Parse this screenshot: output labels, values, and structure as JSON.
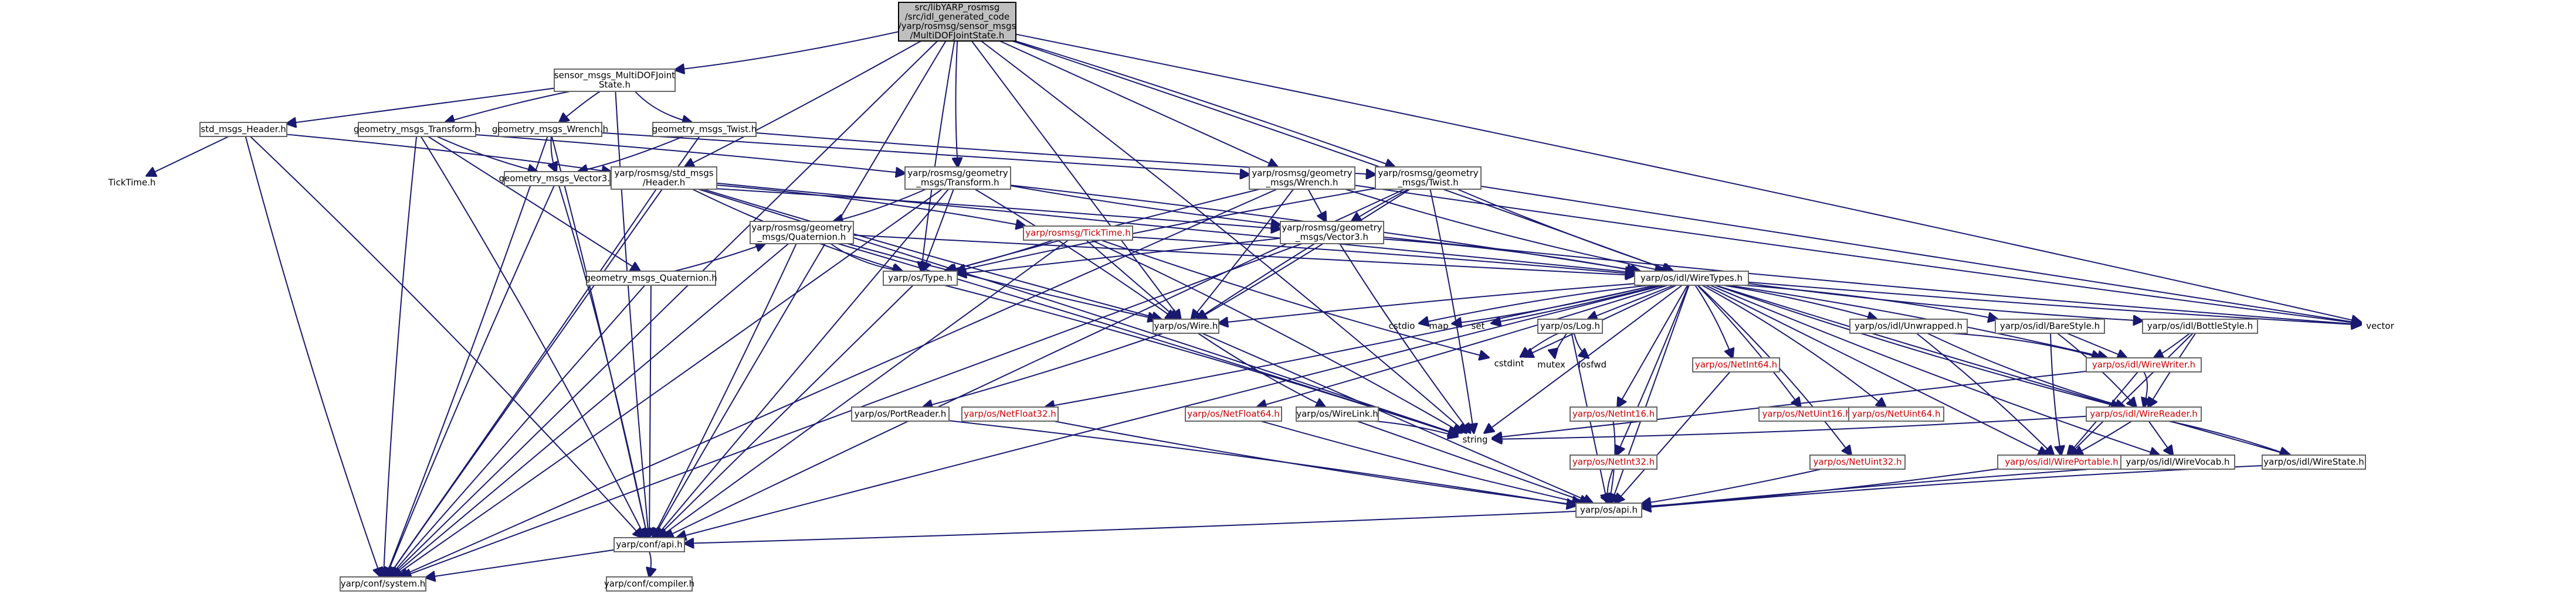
{
  "graph": {
    "nodes": [
      {
        "id": "root",
        "lines": [
          "src/libYARP_rosmsg",
          "/src/idl_generated_code",
          "/yarp/rosmsg/sensor_msgs",
          "/MultiDOFJointState.h"
        ],
        "style": "root"
      },
      {
        "id": "sm_mdof",
        "lines": [
          "sensor_msgs_MultiDOFJoint",
          "State.h"
        ],
        "style": "box"
      },
      {
        "id": "std_hdr",
        "lines": [
          "std_msgs_Header.h"
        ],
        "style": "box"
      },
      {
        "id": "gm_tf",
        "lines": [
          "geometry_msgs_Transform.h"
        ],
        "style": "box"
      },
      {
        "id": "gm_wr",
        "lines": [
          "geometry_msgs_Wrench.h"
        ],
        "style": "box"
      },
      {
        "id": "gm_tw",
        "lines": [
          "geometry_msgs_Twist.h"
        ],
        "style": "box"
      },
      {
        "id": "ticktime",
        "lines": [
          "TickTime.h"
        ],
        "style": "plain"
      },
      {
        "id": "gm_v3",
        "lines": [
          "geometry_msgs_Vector3.h"
        ],
        "style": "box"
      },
      {
        "id": "yr_std_hdr",
        "lines": [
          "yarp/rosmsg/std_msgs",
          "/Header.h"
        ],
        "style": "box"
      },
      {
        "id": "yr_tf",
        "lines": [
          "yarp/rosmsg/geometry",
          "_msgs/Transform.h"
        ],
        "style": "box"
      },
      {
        "id": "yr_wr",
        "lines": [
          "yarp/rosmsg/geometry",
          "_msgs/Wrench.h"
        ],
        "style": "box"
      },
      {
        "id": "yr_tw",
        "lines": [
          "yarp/rosmsg/geometry",
          "_msgs/Twist.h"
        ],
        "style": "box"
      },
      {
        "id": "yr_quat",
        "lines": [
          "yarp/rosmsg/geometry",
          "_msgs/Quaternion.h"
        ],
        "style": "box"
      },
      {
        "id": "yr_tick",
        "lines": [
          "yarp/rosmsg/TickTime.h"
        ],
        "style": "red"
      },
      {
        "id": "yr_v3",
        "lines": [
          "yarp/rosmsg/geometry",
          "_msgs/Vector3.h"
        ],
        "style": "box"
      },
      {
        "id": "gm_quat",
        "lines": [
          "geometry_msgs_Quaternion.h"
        ],
        "style": "box"
      },
      {
        "id": "os_type",
        "lines": [
          "yarp/os/Type.h"
        ],
        "style": "box"
      },
      {
        "id": "wiretypes",
        "lines": [
          "yarp/os/idl/WireTypes.h"
        ],
        "style": "box"
      },
      {
        "id": "os_wire",
        "lines": [
          "yarp/os/Wire.h"
        ],
        "style": "box"
      },
      {
        "id": "cstdio",
        "lines": [
          "cstdio"
        ],
        "style": "plain"
      },
      {
        "id": "map",
        "lines": [
          "map"
        ],
        "style": "plain"
      },
      {
        "id": "set",
        "lines": [
          "set"
        ],
        "style": "plain"
      },
      {
        "id": "os_log",
        "lines": [
          "yarp/os/Log.h"
        ],
        "style": "box"
      },
      {
        "id": "unwrapped",
        "lines": [
          "yarp/os/idl/Unwrapped.h"
        ],
        "style": "box"
      },
      {
        "id": "barestyle",
        "lines": [
          "yarp/os/idl/BareStyle.h"
        ],
        "style": "box"
      },
      {
        "id": "bottlestyle",
        "lines": [
          "yarp/os/idl/BottleStyle.h"
        ],
        "style": "box"
      },
      {
        "id": "vector",
        "lines": [
          "vector"
        ],
        "style": "plain"
      },
      {
        "id": "cstdint",
        "lines": [
          "cstdint"
        ],
        "style": "plain"
      },
      {
        "id": "mutex",
        "lines": [
          "mutex"
        ],
        "style": "plain"
      },
      {
        "id": "iosfwd",
        "lines": [
          "iosfwd"
        ],
        "style": "plain"
      },
      {
        "id": "netint64",
        "lines": [
          "yarp/os/NetInt64.h"
        ],
        "style": "red"
      },
      {
        "id": "wirewriter",
        "lines": [
          "yarp/os/idl/WireWriter.h"
        ],
        "style": "red"
      },
      {
        "id": "portreader",
        "lines": [
          "yarp/os/PortReader.h"
        ],
        "style": "box"
      },
      {
        "id": "netfloat32",
        "lines": [
          "yarp/os/NetFloat32.h"
        ],
        "style": "red"
      },
      {
        "id": "netfloat64",
        "lines": [
          "yarp/os/NetFloat64.h"
        ],
        "style": "red"
      },
      {
        "id": "wirelink",
        "lines": [
          "yarp/os/WireLink.h"
        ],
        "style": "box"
      },
      {
        "id": "netint16",
        "lines": [
          "yarp/os/NetInt16.h"
        ],
        "style": "red"
      },
      {
        "id": "netuint16",
        "lines": [
          "yarp/os/NetUint16.h"
        ],
        "style": "red"
      },
      {
        "id": "netuint64",
        "lines": [
          "yarp/os/NetUint64.h"
        ],
        "style": "red"
      },
      {
        "id": "wirereader",
        "lines": [
          "yarp/os/idl/WireReader.h"
        ],
        "style": "red"
      },
      {
        "id": "string",
        "lines": [
          "string"
        ],
        "style": "plain"
      },
      {
        "id": "wireportable",
        "lines": [
          "yarp/os/idl/WirePortable.h"
        ],
        "style": "red"
      },
      {
        "id": "netint32",
        "lines": [
          "yarp/os/NetInt32.h"
        ],
        "style": "red"
      },
      {
        "id": "netuint32",
        "lines": [
          "yarp/os/NetUint32.h"
        ],
        "style": "red"
      },
      {
        "id": "wirevocab",
        "lines": [
          "yarp/os/idl/WireVocab.h"
        ],
        "style": "box"
      },
      {
        "id": "wirestate",
        "lines": [
          "yarp/os/idl/WireState.h"
        ],
        "style": "box"
      },
      {
        "id": "os_api",
        "lines": [
          "yarp/os/api.h"
        ],
        "style": "box"
      },
      {
        "id": "conf_api",
        "lines": [
          "yarp/conf/api.h"
        ],
        "style": "box"
      },
      {
        "id": "conf_system",
        "lines": [
          "yarp/conf/system.h"
        ],
        "style": "box"
      },
      {
        "id": "conf_compiler",
        "lines": [
          "yarp/conf/compiler.h"
        ],
        "style": "box"
      }
    ],
    "edges": [
      [
        "root",
        "sm_mdof"
      ],
      [
        "root",
        "os_type"
      ],
      [
        "root",
        "os_wire"
      ],
      [
        "root",
        "wiretypes"
      ],
      [
        "root",
        "vector"
      ],
      [
        "root",
        "yr_std_hdr"
      ],
      [
        "root",
        "yr_tf"
      ],
      [
        "root",
        "yr_wr"
      ],
      [
        "root",
        "yr_tw"
      ],
      [
        "root",
        "string"
      ],
      [
        "root",
        "conf_api"
      ],
      [
        "root",
        "conf_system"
      ],
      [
        "sm_mdof",
        "std_hdr"
      ],
      [
        "sm_mdof",
        "gm_tf"
      ],
      [
        "sm_mdof",
        "gm_wr"
      ],
      [
        "sm_mdof",
        "gm_tw"
      ],
      [
        "sm_mdof",
        "conf_api"
      ],
      [
        "std_hdr",
        "ticktime"
      ],
      [
        "std_hdr",
        "yr_std_hdr"
      ],
      [
        "std_hdr",
        "conf_api"
      ],
      [
        "std_hdr",
        "conf_system"
      ],
      [
        "gm_tf",
        "gm_v3"
      ],
      [
        "gm_tf",
        "gm_quat"
      ],
      [
        "gm_tf",
        "yr_tf"
      ],
      [
        "gm_tf",
        "conf_api"
      ],
      [
        "gm_tf",
        "conf_system"
      ],
      [
        "gm_wr",
        "gm_v3"
      ],
      [
        "gm_wr",
        "yr_wr"
      ],
      [
        "gm_wr",
        "conf_api"
      ],
      [
        "gm_wr",
        "conf_system"
      ],
      [
        "gm_tw",
        "gm_v3"
      ],
      [
        "gm_tw",
        "yr_tw"
      ],
      [
        "gm_tw",
        "conf_system"
      ],
      [
        "gm_v3",
        "yr_v3"
      ],
      [
        "gm_v3",
        "conf_api"
      ],
      [
        "gm_v3",
        "conf_system"
      ],
      [
        "gm_quat",
        "yr_quat"
      ],
      [
        "gm_quat",
        "conf_api"
      ],
      [
        "gm_quat",
        "conf_system"
      ],
      [
        "yr_std_hdr",
        "yr_tick"
      ],
      [
        "yr_std_hdr",
        "os_type"
      ],
      [
        "yr_std_hdr",
        "os_wire"
      ],
      [
        "yr_std_hdr",
        "wiretypes"
      ],
      [
        "yr_std_hdr",
        "string"
      ],
      [
        "yr_std_hdr",
        "conf_system"
      ],
      [
        "yr_tf",
        "yr_quat"
      ],
      [
        "yr_tf",
        "yr_v3"
      ],
      [
        "yr_tf",
        "os_type"
      ],
      [
        "yr_tf",
        "os_wire"
      ],
      [
        "yr_tf",
        "wiretypes"
      ],
      [
        "yr_tf",
        "conf_system"
      ],
      [
        "yr_tf",
        "conf_api"
      ],
      [
        "yr_wr",
        "yr_v3"
      ],
      [
        "yr_wr",
        "os_type"
      ],
      [
        "yr_wr",
        "os_wire"
      ],
      [
        "yr_wr",
        "wiretypes"
      ],
      [
        "yr_wr",
        "vector"
      ],
      [
        "yr_wr",
        "conf_system"
      ],
      [
        "yr_tw",
        "yr_v3"
      ],
      [
        "yr_tw",
        "os_type"
      ],
      [
        "yr_tw",
        "os_wire"
      ],
      [
        "yr_tw",
        "wiretypes"
      ],
      [
        "yr_tw",
        "vector"
      ],
      [
        "yr_tw",
        "string"
      ],
      [
        "yr_tw",
        "conf_api"
      ],
      [
        "yr_quat",
        "os_type"
      ],
      [
        "yr_quat",
        "os_wire"
      ],
      [
        "yr_quat",
        "wiretypes"
      ],
      [
        "yr_quat",
        "string"
      ],
      [
        "yr_quat",
        "conf_api"
      ],
      [
        "yr_quat",
        "conf_system"
      ],
      [
        "yr_tick",
        "os_type"
      ],
      [
        "yr_tick",
        "os_wire"
      ],
      [
        "yr_tick",
        "wiretypes"
      ],
      [
        "yr_tick",
        "string"
      ],
      [
        "yr_tick",
        "cstdint"
      ],
      [
        "yr_tick",
        "conf_api"
      ],
      [
        "yr_v3",
        "os_type"
      ],
      [
        "yr_v3",
        "os_wire"
      ],
      [
        "yr_v3",
        "wiretypes"
      ],
      [
        "yr_v3",
        "vector"
      ],
      [
        "yr_v3",
        "string"
      ],
      [
        "yr_v3",
        "conf_system"
      ],
      [
        "os_type",
        "conf_api"
      ],
      [
        "os_type",
        "string"
      ],
      [
        "os_wire",
        "portreader"
      ],
      [
        "os_wire",
        "wirelink"
      ],
      [
        "os_wire",
        "os_api"
      ],
      [
        "wiretypes",
        "os_wire"
      ],
      [
        "wiretypes",
        "cstdio"
      ],
      [
        "wiretypes",
        "map"
      ],
      [
        "wiretypes",
        "set"
      ],
      [
        "wiretypes",
        "os_log"
      ],
      [
        "wiretypes",
        "unwrapped"
      ],
      [
        "wiretypes",
        "barestyle"
      ],
      [
        "wiretypes",
        "bottlestyle"
      ],
      [
        "wiretypes",
        "vector"
      ],
      [
        "wiretypes",
        "cstdint"
      ],
      [
        "wiretypes",
        "netint64"
      ],
      [
        "wiretypes",
        "wirewriter"
      ],
      [
        "wiretypes",
        "netfloat32"
      ],
      [
        "wiretypes",
        "netfloat64"
      ],
      [
        "wiretypes",
        "netint16"
      ],
      [
        "wiretypes",
        "netuint16"
      ],
      [
        "wiretypes",
        "netuint64"
      ],
      [
        "wiretypes",
        "wirereader"
      ],
      [
        "wiretypes",
        "string"
      ],
      [
        "wiretypes",
        "wireportable"
      ],
      [
        "wiretypes",
        "netint32"
      ],
      [
        "wiretypes",
        "netuint32"
      ],
      [
        "wiretypes",
        "wirevocab"
      ],
      [
        "wiretypes",
        "wirestate"
      ],
      [
        "wiretypes",
        "os_api"
      ],
      [
        "wiretypes",
        "conf_api"
      ],
      [
        "os_log",
        "cstdint"
      ],
      [
        "os_log",
        "mutex"
      ],
      [
        "os_log",
        "iosfwd"
      ],
      [
        "os_log",
        "os_api"
      ],
      [
        "unwrapped",
        "wireportable"
      ],
      [
        "unwrapped",
        "wirewriter"
      ],
      [
        "unwrapped",
        "wirereader"
      ],
      [
        "barestyle",
        "wireportable"
      ],
      [
        "barestyle",
        "wirewriter"
      ],
      [
        "barestyle",
        "wirereader"
      ],
      [
        "bottlestyle",
        "wireportable"
      ],
      [
        "bottlestyle",
        "wirewriter"
      ],
      [
        "bottlestyle",
        "wirereader"
      ],
      [
        "wirewriter",
        "string"
      ],
      [
        "wirewriter",
        "wireportable"
      ],
      [
        "wirewriter",
        "wirereader"
      ],
      [
        "wirereader",
        "string"
      ],
      [
        "wirereader",
        "wireportable"
      ],
      [
        "wirereader",
        "wirevocab"
      ],
      [
        "wirereader",
        "wirestate"
      ],
      [
        "portreader",
        "os_api"
      ],
      [
        "netfloat32",
        "os_api"
      ],
      [
        "netfloat64",
        "os_api"
      ],
      [
        "wirelink",
        "os_api"
      ],
      [
        "wirelink",
        "string"
      ],
      [
        "netint16",
        "os_api"
      ],
      [
        "netint32",
        "os_api"
      ],
      [
        "netuint32",
        "os_api"
      ],
      [
        "netint64",
        "os_api"
      ],
      [
        "wirevocab",
        "os_api"
      ],
      [
        "wirestate",
        "os_api"
      ],
      [
        "wireportable",
        "os_api"
      ],
      [
        "os_api",
        "conf_api"
      ],
      [
        "conf_api",
        "conf_system"
      ],
      [
        "conf_api",
        "conf_compiler"
      ]
    ]
  }
}
